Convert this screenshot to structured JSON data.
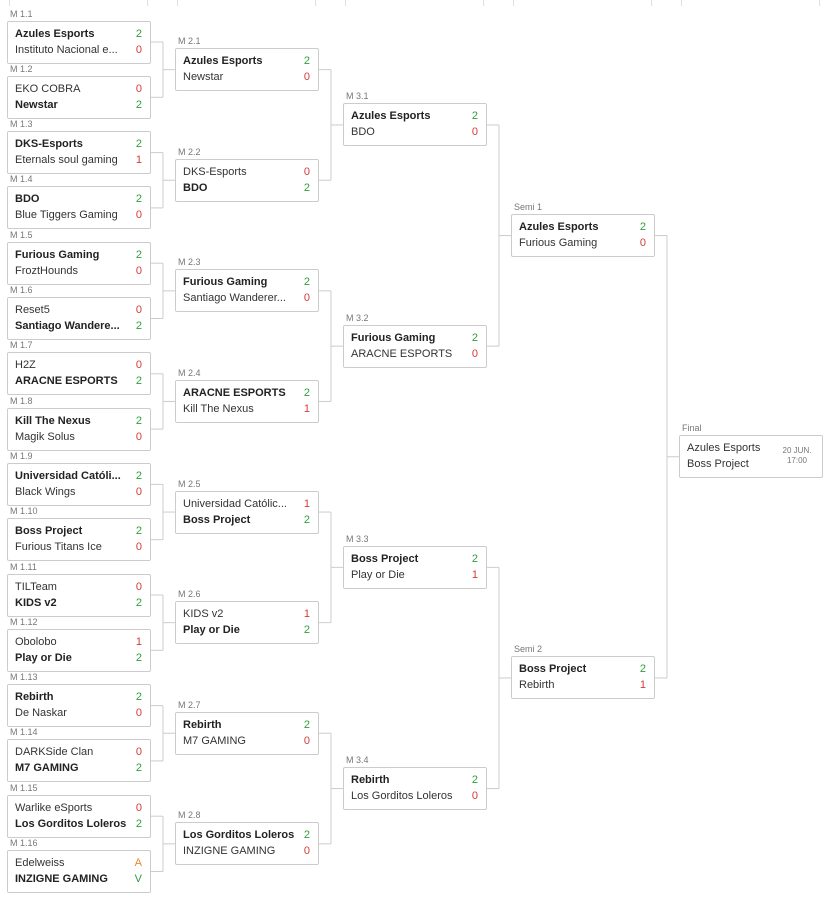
{
  "rounds": [
    [
      {
        "label": "M 1.1",
        "t1": "Azules Esports",
        "s1": "2",
        "t2": "Instituto Nacional e...",
        "s2": "0",
        "winner": 1
      },
      {
        "label": "M 1.2",
        "t1": "EKO COBRA",
        "s1": "0",
        "t2": "Newstar",
        "s2": "2",
        "winner": 2
      },
      {
        "label": "M 1.3",
        "t1": "DKS-Esports",
        "s1": "2",
        "t2": "Eternals soul gaming",
        "s2": "1",
        "winner": 1
      },
      {
        "label": "M 1.4",
        "t1": "BDO",
        "s1": "2",
        "t2": "Blue Tiggers Gaming",
        "s2": "0",
        "winner": 1
      },
      {
        "label": "M 1.5",
        "t1": "Furious Gaming",
        "s1": "2",
        "t2": "FroztHounds",
        "s2": "0",
        "winner": 1
      },
      {
        "label": "M 1.6",
        "t1": "Reset5",
        "s1": "0",
        "t2": "Santiago Wandere...",
        "s2": "2",
        "winner": 2
      },
      {
        "label": "M 1.7",
        "t1": "H2Z",
        "s1": "0",
        "t2": "ARACNE ESPORTS",
        "s2": "2",
        "winner": 2
      },
      {
        "label": "M 1.8",
        "t1": "Kill The Nexus",
        "s1": "2",
        "t2": "Magik Solus",
        "s2": "0",
        "winner": 1
      },
      {
        "label": "M 1.9",
        "t1": "Universidad Católi...",
        "s1": "2",
        "t2": "Black Wings",
        "s2": "0",
        "winner": 1
      },
      {
        "label": "M 1.10",
        "t1": "Boss Project",
        "s1": "2",
        "t2": "Furious Titans Ice",
        "s2": "0",
        "winner": 1
      },
      {
        "label": "M 1.11",
        "t1": "TILTeam",
        "s1": "0",
        "t2": "KIDS v2",
        "s2": "2",
        "winner": 2
      },
      {
        "label": "M 1.12",
        "t1": "Obolobo",
        "s1": "1",
        "t2": "Play or Die",
        "s2": "2",
        "winner": 2
      },
      {
        "label": "M 1.13",
        "t1": "Rebirth",
        "s1": "2",
        "t2": "De Naskar",
        "s2": "0",
        "winner": 1
      },
      {
        "label": "M 1.14",
        "t1": "DARKSide Clan",
        "s1": "0",
        "t2": "M7 GAMING",
        "s2": "2",
        "winner": 2
      },
      {
        "label": "M 1.15",
        "t1": "Warlike eSports",
        "s1": "0",
        "t2": "Los Gorditos Loleros",
        "s2": "2",
        "winner": 2
      },
      {
        "label": "M 1.16",
        "t1": "Edelweiss",
        "s1": "A",
        "t2": "INZIGNE GAMING",
        "s2": "V",
        "winner": 2
      }
    ],
    [
      {
        "label": "M 2.1",
        "t1": "Azules Esports",
        "s1": "2",
        "t2": "Newstar",
        "s2": "0",
        "winner": 1
      },
      {
        "label": "M 2.2",
        "t1": "DKS-Esports",
        "s1": "0",
        "t2": "BDO",
        "s2": "2",
        "winner": 2
      },
      {
        "label": "M 2.3",
        "t1": "Furious Gaming",
        "s1": "2",
        "t2": "Santiago Wanderer...",
        "s2": "0",
        "winner": 1
      },
      {
        "label": "M 2.4",
        "t1": "ARACNE ESPORTS",
        "s1": "2",
        "t2": "Kill The Nexus",
        "s2": "1",
        "winner": 1
      },
      {
        "label": "M 2.5",
        "t1": "Universidad Católic...",
        "s1": "1",
        "t2": "Boss Project",
        "s2": "2",
        "winner": 2
      },
      {
        "label": "M 2.6",
        "t1": "KIDS v2",
        "s1": "1",
        "t2": "Play or Die",
        "s2": "2",
        "winner": 2
      },
      {
        "label": "M 2.7",
        "t1": "Rebirth",
        "s1": "2",
        "t2": "M7 GAMING",
        "s2": "0",
        "winner": 1
      },
      {
        "label": "M 2.8",
        "t1": "Los Gorditos Loleros",
        "s1": "2",
        "t2": "INZIGNE GAMING",
        "s2": "0",
        "winner": 1
      }
    ],
    [
      {
        "label": "M 3.1",
        "t1": "Azules Esports",
        "s1": "2",
        "t2": "BDO",
        "s2": "0",
        "winner": 1
      },
      {
        "label": "M 3.2",
        "t1": "Furious Gaming",
        "s1": "2",
        "t2": "ARACNE ESPORTS",
        "s2": "0",
        "winner": 1
      },
      {
        "label": "M 3.3",
        "t1": "Boss Project",
        "s1": "2",
        "t2": "Play or Die",
        "s2": "1",
        "winner": 1
      },
      {
        "label": "M 3.4",
        "t1": "Rebirth",
        "s1": "2",
        "t2": "Los Gorditos Loleros",
        "s2": "0",
        "winner": 1
      }
    ],
    [
      {
        "label": "Semi 1",
        "t1": "Azules Esports",
        "s1": "2",
        "t2": "Furious Gaming",
        "s2": "0",
        "winner": 1
      },
      {
        "label": "Semi 2",
        "t1": "Boss Project",
        "s1": "2",
        "t2": "Rebirth",
        "s2": "1",
        "winner": 1
      }
    ],
    [
      {
        "label": "Final",
        "t1": "Azules Esports",
        "s1": "",
        "t2": "Boss Project",
        "s2": "",
        "winner": 0,
        "date": "20 JUN.",
        "time": "17:00"
      }
    ]
  ],
  "colors": {
    "win": "#2e9e3a",
    "lose": "#d23a3a",
    "forfeit": "#e8892b",
    "border": "#cccccc",
    "connector": "#cccccc"
  }
}
